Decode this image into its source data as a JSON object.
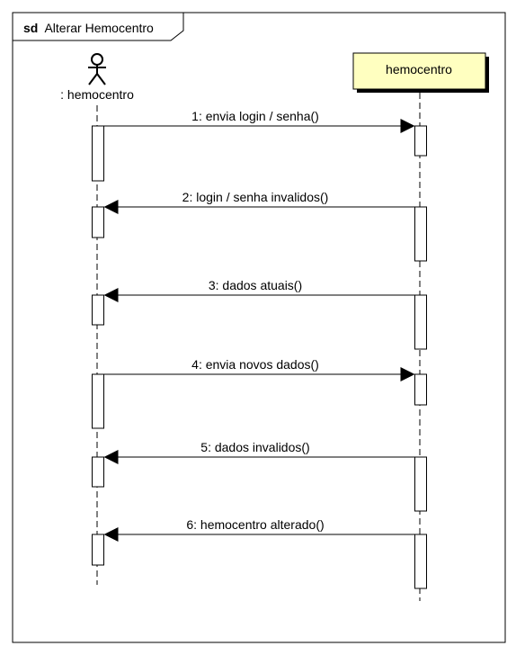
{
  "frame": {
    "keyword": "sd",
    "title": "Alterar Hemocentro"
  },
  "lifelines": {
    "actor": {
      "label": ": hemocentro"
    },
    "object": {
      "label": "hemocentro",
      "fill": "#ffffc0"
    }
  },
  "messages": [
    {
      "label": "1: envia login / senha()",
      "direction": "right"
    },
    {
      "label": "2: login / senha invalidos()",
      "direction": "left"
    },
    {
      "label": "3: dados atuais()",
      "direction": "left"
    },
    {
      "label": "4: envia novos dados()",
      "direction": "right"
    },
    {
      "label": "5: dados invalidos()",
      "direction": "left"
    },
    {
      "label": "6: hemocentro alterado()",
      "direction": "left"
    }
  ]
}
